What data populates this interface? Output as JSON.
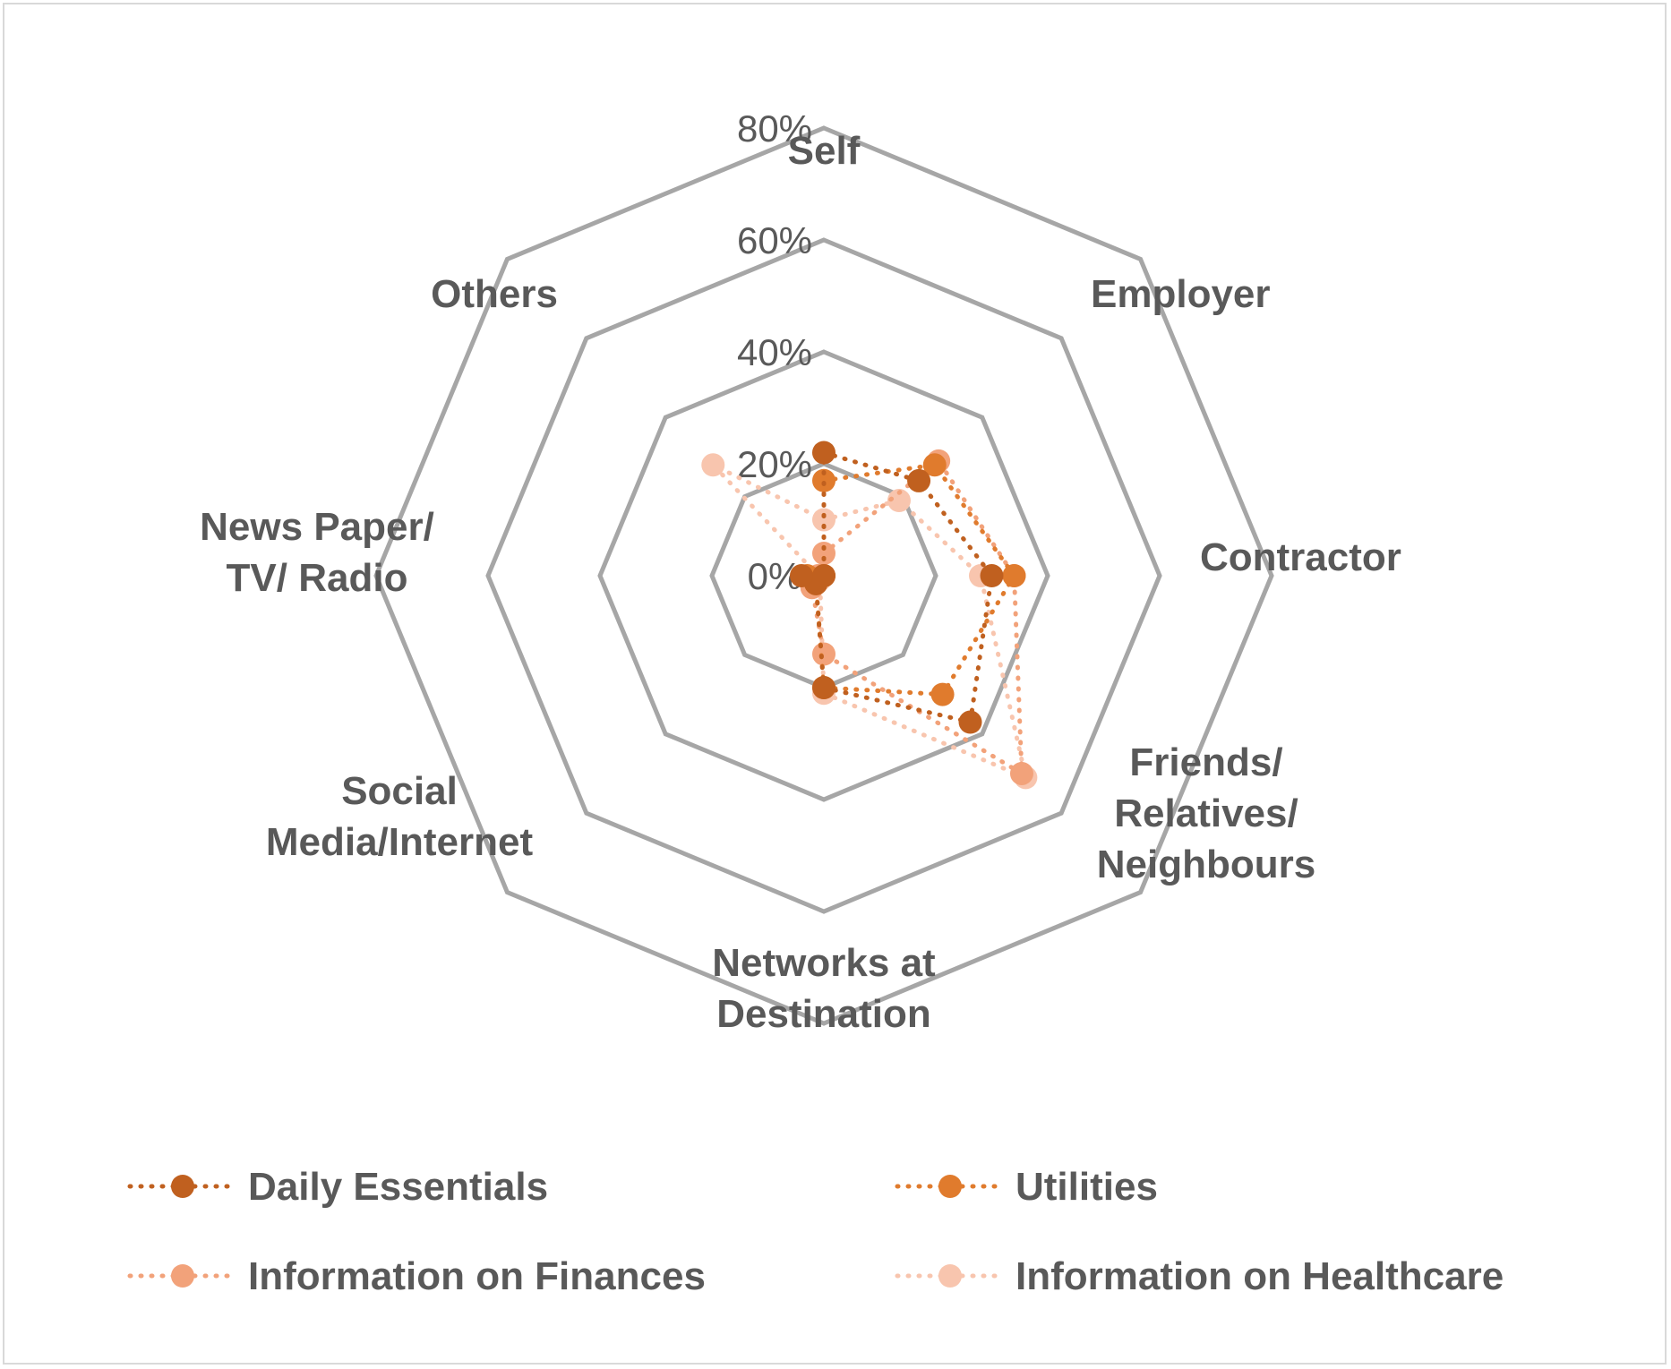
{
  "chart_data": {
    "type": "radar",
    "title": "",
    "categories": [
      [
        "Self"
      ],
      [
        "Employer"
      ],
      [
        "Contractor"
      ],
      [
        "Friends/",
        "Relatives/",
        "Neighbours"
      ],
      [
        "Networks at",
        "Destination"
      ],
      [
        "Social",
        "Media/Internet"
      ],
      [
        "News Paper/",
        "TV/ Radio"
      ],
      [
        "Others"
      ]
    ],
    "rlim": [
      0,
      80
    ],
    "ticks": [
      "0%",
      "20%",
      "40%",
      "60%",
      "80%"
    ],
    "series": [
      {
        "name": "Daily Essentials",
        "color": "#c0601f",
        "values": [
          22,
          24,
          30,
          37,
          20,
          2,
          4,
          0
        ]
      },
      {
        "name": "Utilities",
        "color": "#e07b2d",
        "values": [
          17,
          28,
          34,
          30,
          20,
          2,
          3,
          0
        ]
      },
      {
        "name": "Information on Finances",
        "color": "#f2a27a",
        "values": [
          4,
          29,
          34,
          50,
          14,
          3,
          1,
          0
        ]
      },
      {
        "name": "Information on Healthcare",
        "color": "#f8c5ae",
        "values": [
          10,
          19,
          28,
          51,
          21,
          1,
          1,
          28
        ]
      }
    ],
    "legend_position": "bottom"
  }
}
